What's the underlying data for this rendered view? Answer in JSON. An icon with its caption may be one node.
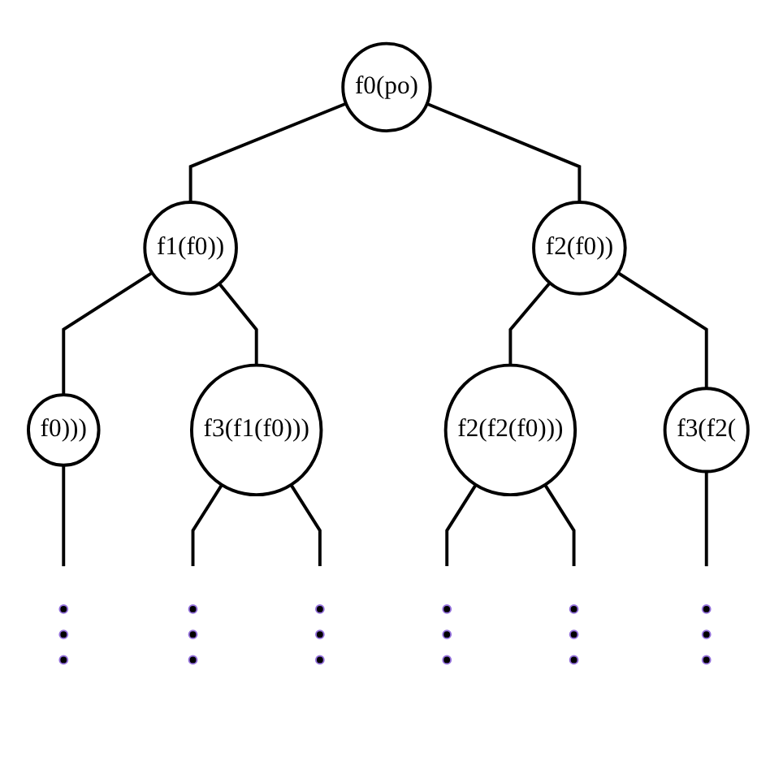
{
  "diagram": {
    "nodes": [
      {
        "text": [
          "f0(po)"
        ]
      },
      {
        "text": [
          "f1(f0))"
        ]
      },
      {
        "text": [
          "f2(f0))"
        ]
      },
      {
        "text": [
          "f0)))"
        ]
      },
      {
        "text": [
          "f3(f1(f0)))"
        ]
      },
      {
        "text": [
          "f2(f2(f0)))"
        ]
      },
      {
        "text": [
          "f3(f2("
        ]
      },
      {
        "text": [],
        "shape": "dots"
      },
      {
        "text": [],
        "shape": "dots"
      },
      {
        "text": [],
        "shape": "dots"
      },
      {
        "text": [],
        "shape": "dots"
      },
      {
        "text": [],
        "shape": "dots"
      },
      {
        "text": [],
        "shape": "dots"
      }
    ],
    "edges": [
      {
        "from": 0,
        "to": 1,
        "arrow": "none"
      },
      {
        "from": 0,
        "to": 2,
        "arrow": "none"
      },
      {
        "from": 1,
        "to": 3,
        "arrow": "none"
      },
      {
        "from": 1,
        "to": 4,
        "arrow": "none"
      },
      {
        "from": 2,
        "to": 5,
        "arrow": "none"
      },
      {
        "from": 2,
        "to": 6,
        "arrow": "none"
      },
      {
        "from": 3,
        "to": 7,
        "arrow": "none"
      },
      {
        "from": 4,
        "to": 8,
        "arrow": "none"
      },
      {
        "from": 4,
        "to": 9,
        "arrow": "none"
      },
      {
        "from": 5,
        "to": 10,
        "arrow": "none"
      },
      {
        "from": 5,
        "to": 11,
        "arrow": "none"
      },
      {
        "from": 6,
        "to": 12,
        "arrow": "none"
      }
    ]
  }
}
